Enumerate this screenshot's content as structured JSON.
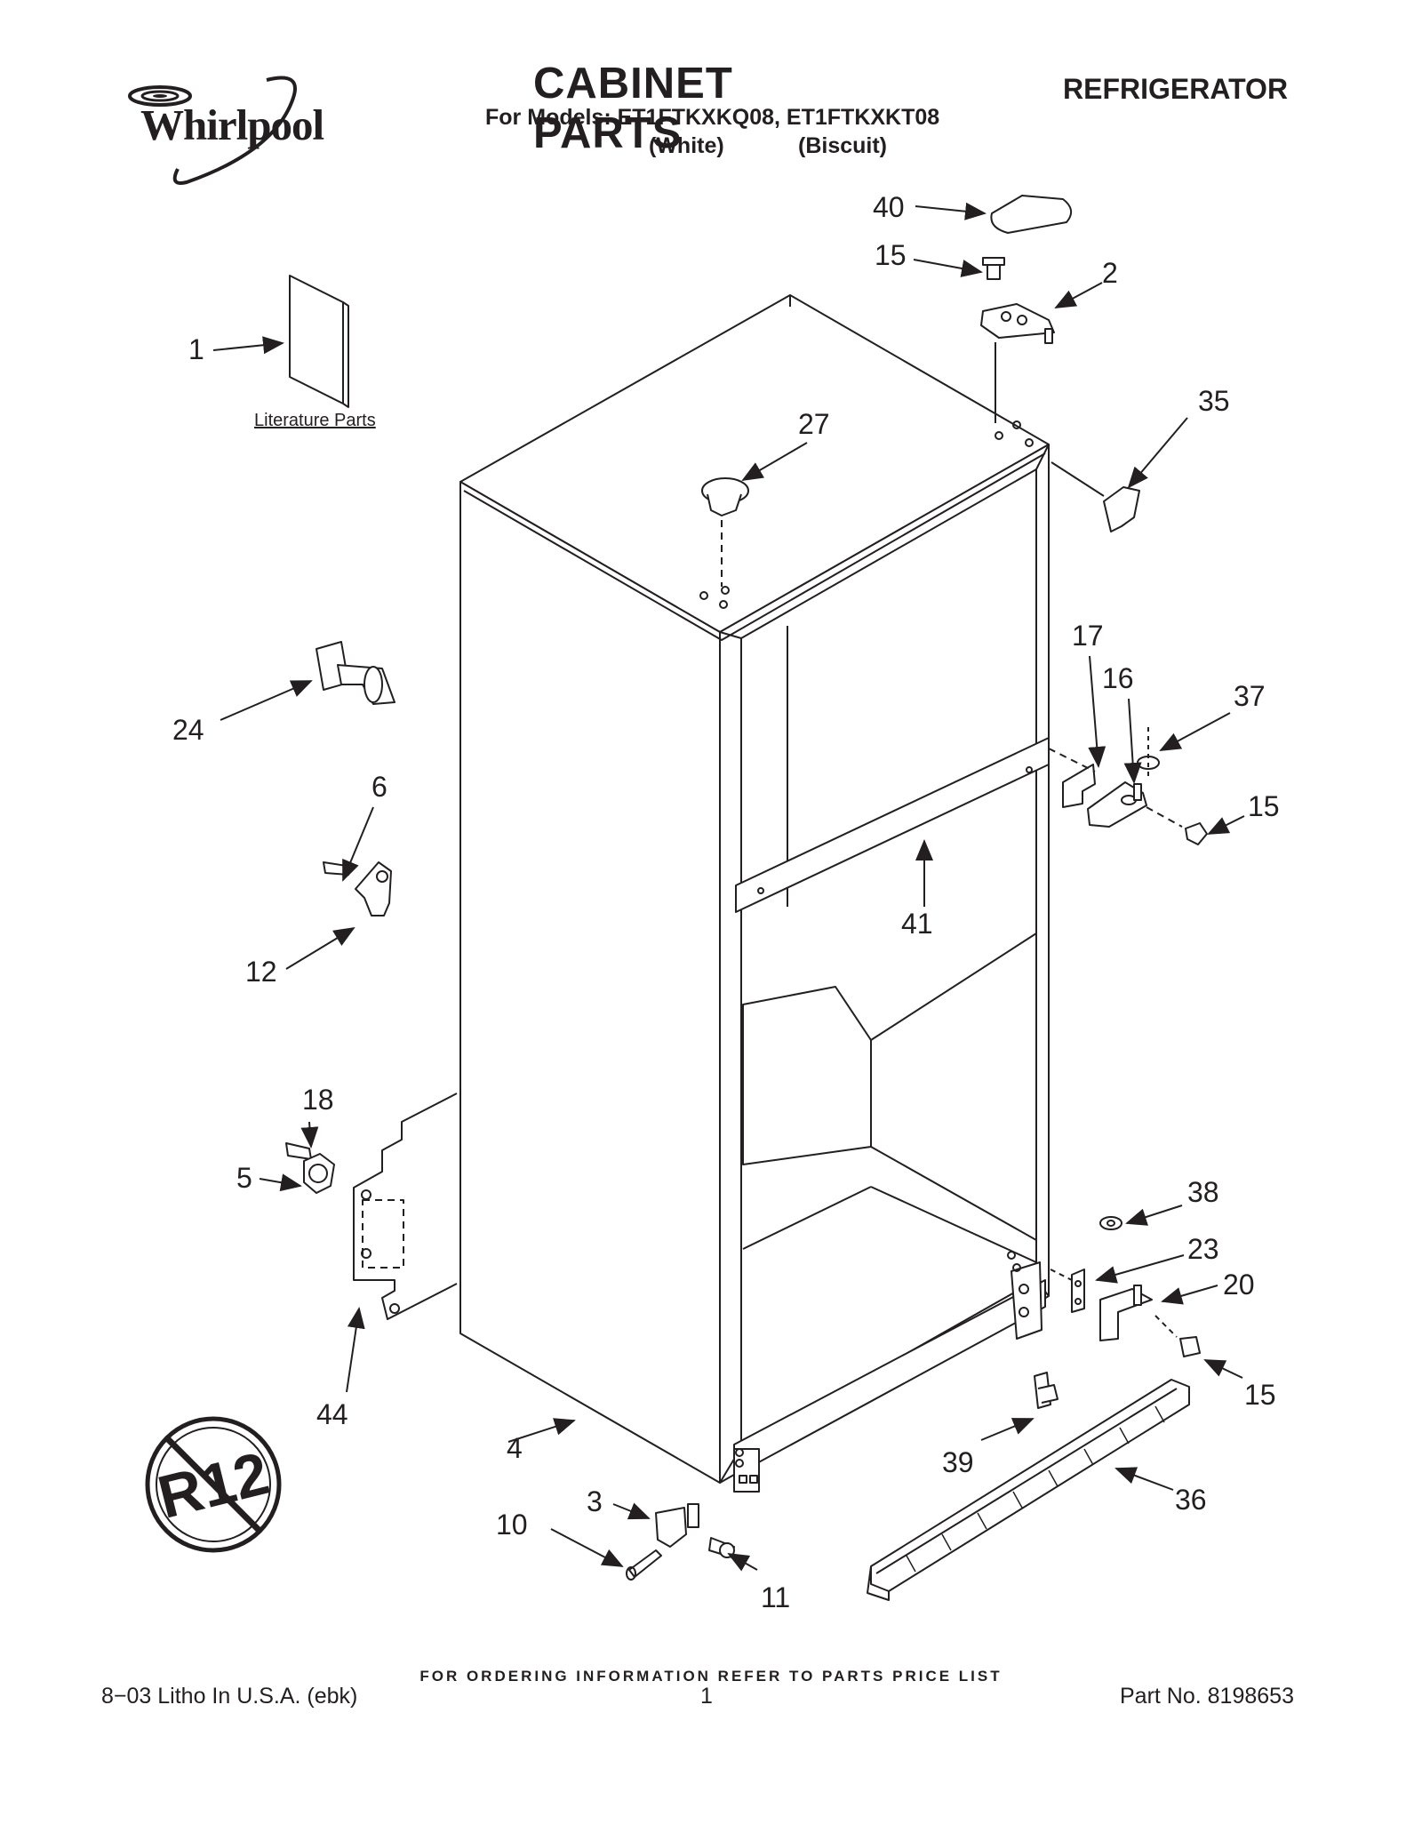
{
  "header": {
    "brand": "Whirlpool",
    "title": "CABINET PARTS",
    "category": "REFRIGERATOR",
    "models": "For Models: ET1FTKXKQ08, ET1FTKXKT08",
    "finish_white": "(White)",
    "finish_biscuit": "(Biscuit)"
  },
  "literature_label": "Literature Parts",
  "badge": {
    "text": "R12"
  },
  "callouts": {
    "c1": "1",
    "c2": "2",
    "c3": "3",
    "c4": "4",
    "c5": "5",
    "c6": "6",
    "c10": "10",
    "c11": "11",
    "c12": "12",
    "c15a": "15",
    "c15b": "15",
    "c15c": "15",
    "c16": "16",
    "c17": "17",
    "c18": "18",
    "c20": "20",
    "c23": "23",
    "c24": "24",
    "c27": "27",
    "c35": "35",
    "c36": "36",
    "c37": "37",
    "c38": "38",
    "c39": "39",
    "c40": "40",
    "c41": "41",
    "c44": "44"
  },
  "footer": {
    "ordering": "FOR ORDERING INFORMATION REFER TO PARTS PRICE LIST",
    "litho": "8−03 Litho In U.S.A. (ebk)",
    "page": "1",
    "part_no": "Part No. 8198653"
  }
}
